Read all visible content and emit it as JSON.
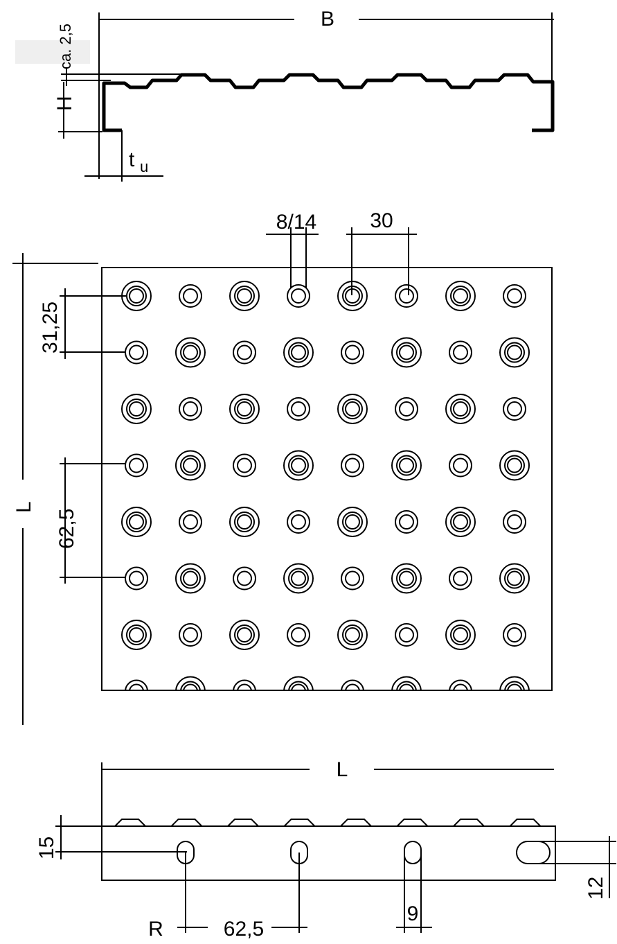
{
  "section_profile": {
    "width_label": "B",
    "height_label": "H",
    "thickness_label": "t",
    "thickness_subscript": "u",
    "top_dim_label": "ca. 2,5"
  },
  "plan_view": {
    "length_label": "L",
    "hole_label": "8/14",
    "pitch_h_label": "30",
    "row_spacing_label": "31,25",
    "row_pitch_label": "62,5",
    "columns": 8,
    "rows": 8
  },
  "side_view": {
    "length_label": "L",
    "height_label": "15",
    "slot_height_label": "12",
    "slot_width_label": "9",
    "radius_label": "R",
    "slot_pitch_label": "62,5"
  }
}
